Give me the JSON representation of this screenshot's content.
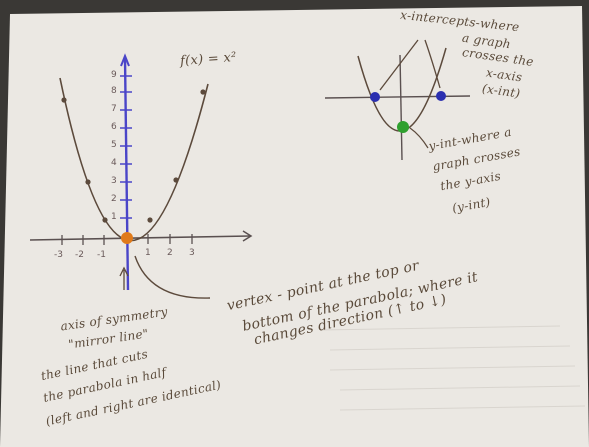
{
  "function_label": "f(x) = x²",
  "x_ticks": [
    "-3",
    "-2",
    "-1",
    "1",
    "2",
    "3"
  ],
  "y_ticks": [
    "1",
    "2",
    "3",
    "4",
    "5",
    "6",
    "7",
    "8",
    "9"
  ],
  "x_intercepts_note": [
    "x-intercepts-where",
    "a graph",
    "crosses the",
    "x-axis",
    "(x-int)"
  ],
  "y_int_note": [
    "y-int-where a",
    "graph crosses",
    "the y-axis",
    "(y-int)"
  ],
  "vertex_note": [
    "vertex - point at the top or",
    "bottom of the parabola; where it",
    "changes direction (↑ to ↓)"
  ],
  "axis_note": [
    "axis of symmetry",
    "\"mirror line\"",
    "the line that cuts",
    "the parabola in half",
    "(left and right are identical)"
  ],
  "colors": {
    "paper": "#ece9e4",
    "ink": "#5c4a3c",
    "axis_blue": "#4a45c8",
    "vertex_orange": "#e07a1a",
    "y_int_green": "#2fa02f",
    "x_int_blue": "#2b2fb0"
  }
}
